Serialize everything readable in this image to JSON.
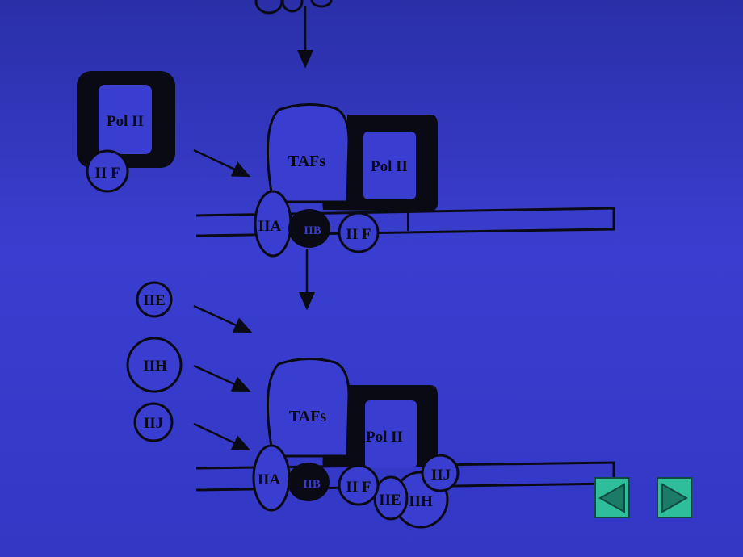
{
  "labels": {
    "pol_ii": "Pol II",
    "iif": "II F",
    "tafs": "TAFs",
    "iia": "IIA",
    "iib": "IIB",
    "iie": "IIE",
    "iih": "IIH",
    "iij": "IIJ"
  },
  "navigation": {
    "prev_icon": "triangle-left-icon",
    "next_icon": "triangle-right-icon",
    "button_color": "#2fbe9c"
  },
  "colors": {
    "background": "#3337c4",
    "ink": "#0a0a14",
    "shape_fill": "#3a3ed0"
  }
}
